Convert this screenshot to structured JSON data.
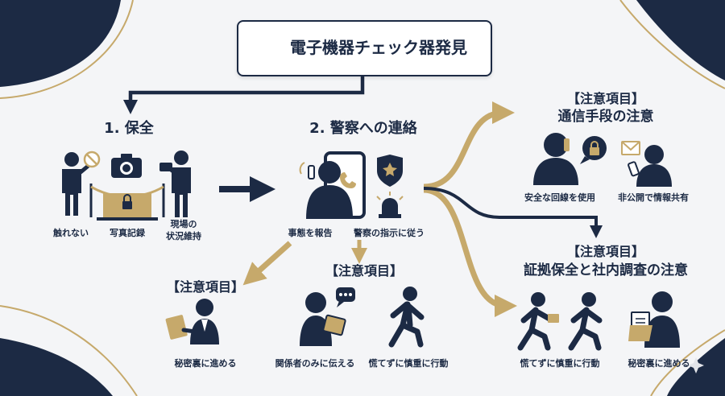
{
  "title": "電子機器チェック器発見",
  "colors": {
    "navy": "#1c2a44",
    "gold": "#c6a96b",
    "background": "#f4f5f7"
  },
  "step1": {
    "heading": "1. 保全",
    "items": [
      "触れない",
      "写真記録",
      "現場の",
      "状況維持"
    ]
  },
  "step2": {
    "heading": "2. 警察への連絡",
    "items": [
      "事態を報告",
      "警察の指示に従う"
    ]
  },
  "note_left": {
    "heading": "【注意項目】",
    "items": [
      "秘密裏に進める"
    ]
  },
  "note_center": {
    "heading": "【注意項目】",
    "items": [
      "関係者のみに伝える",
      "慌てずに慎重に行動"
    ]
  },
  "note_comm": {
    "heading": "【注意項目】",
    "subheading": "通信手段の注意",
    "items": [
      "安全な回線を使用",
      "非公開で情報共有"
    ]
  },
  "note_evidence": {
    "heading": "【注意項目】",
    "subheading": "証拠保全と社内調査の注意",
    "items": [
      "慌てずに慎重に行動",
      "秘密裏に進める"
    ]
  },
  "icons": [
    "detector-device-icon",
    "magnifier-icon",
    "check-badge-icon",
    "no-touch-person-icon",
    "camera-icon",
    "cordoned-safe-icon",
    "photographer-person-icon",
    "phone-caller-icon",
    "smartphone-icon",
    "police-badge-icon",
    "siren-icon",
    "clipboard-person-icon",
    "speech-bubble-icon",
    "tablet-person-icon",
    "walking-person-icon",
    "phone-user-icon",
    "lock-bubble-icon",
    "envelope-icon",
    "texting-person-icon",
    "document-person-icon"
  ]
}
